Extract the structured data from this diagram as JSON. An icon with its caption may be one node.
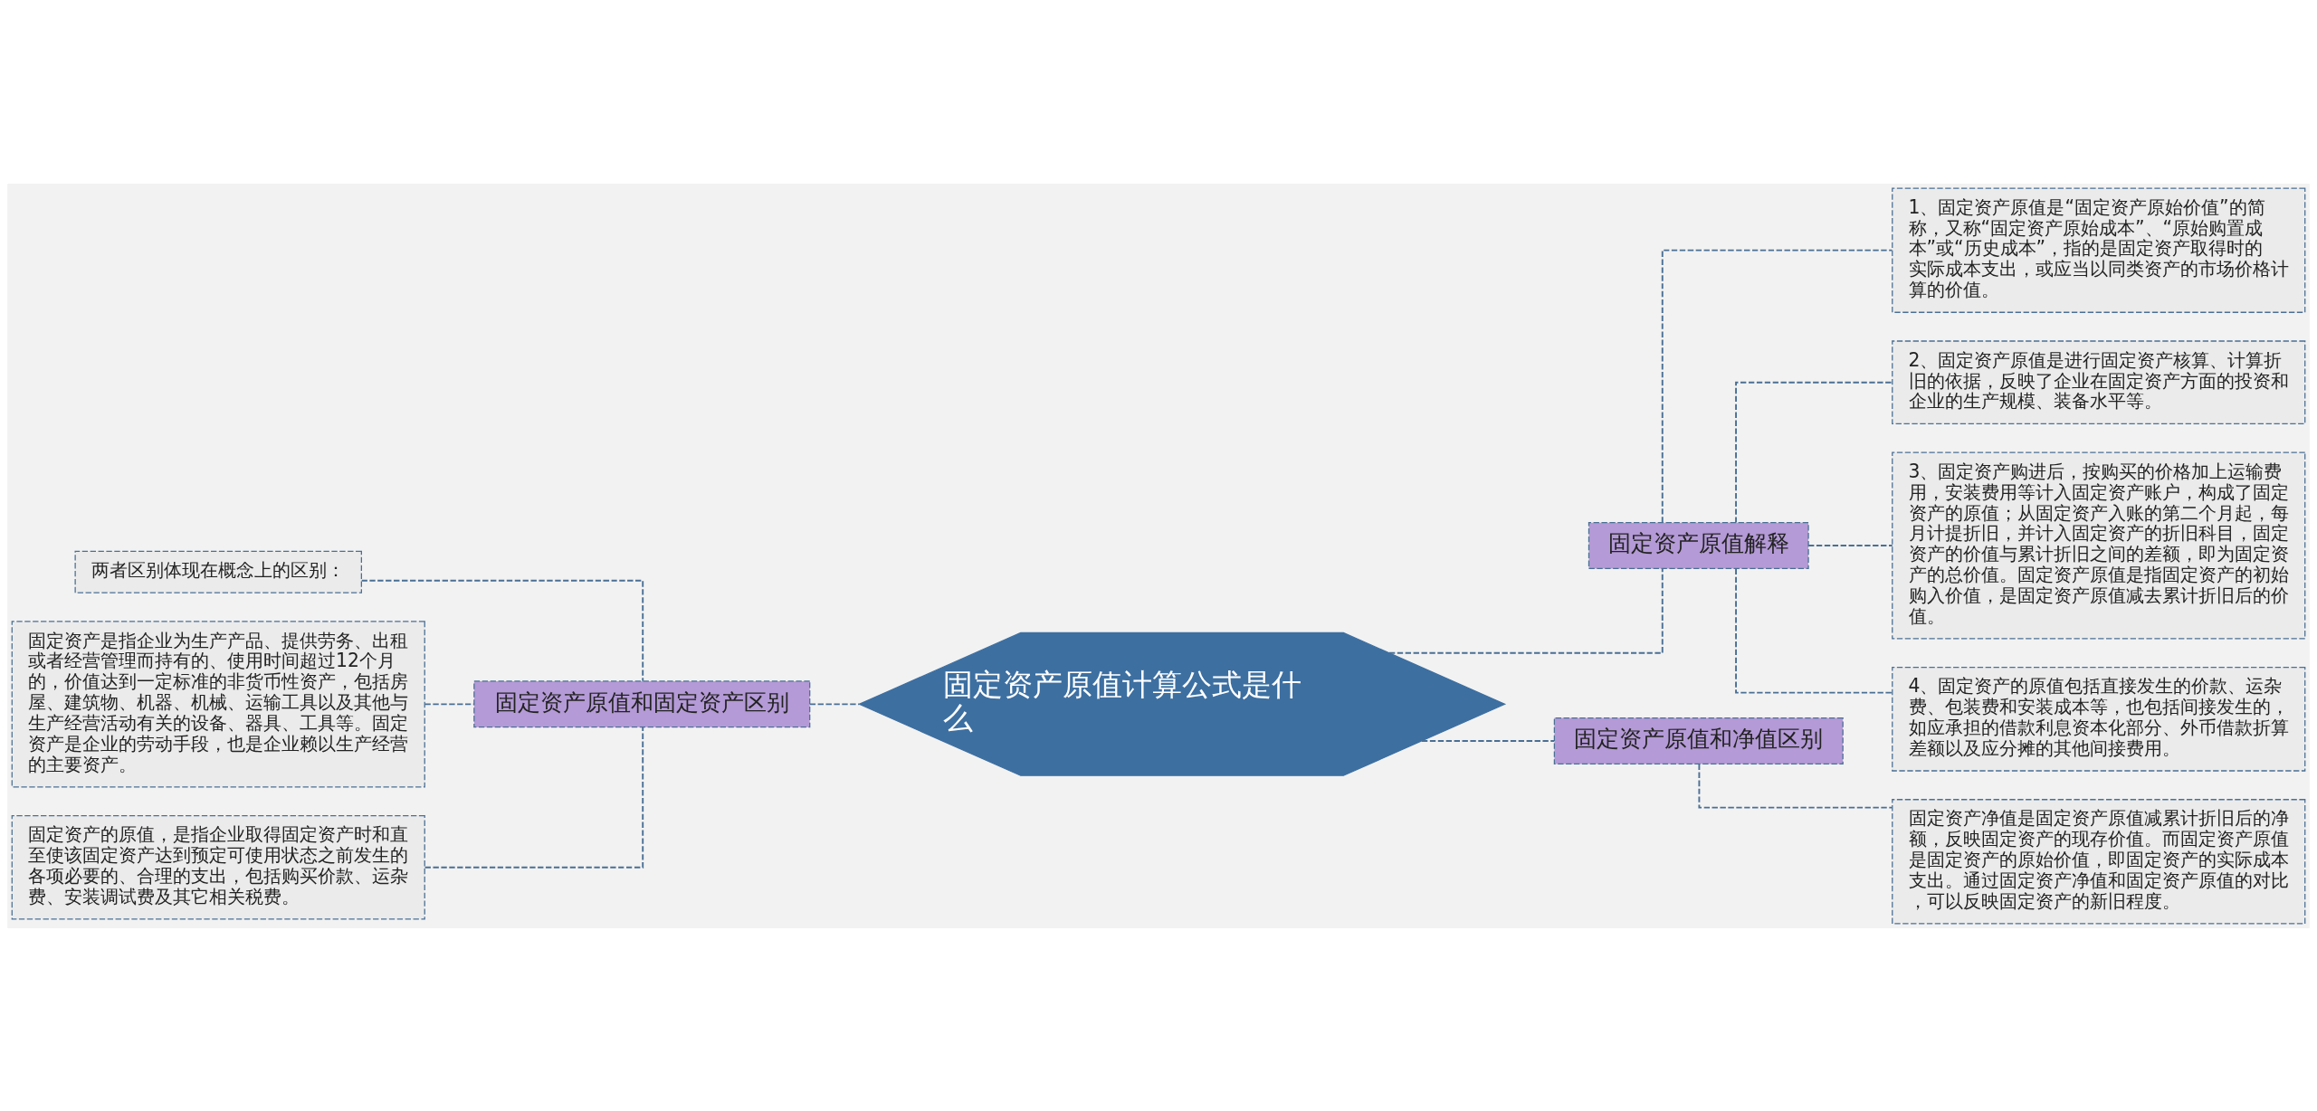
{
  "diagram": {
    "nodes": [
      {
        "text": [
          "固定资产原值计算公式是什么"
        ]
      },
      {
        "text": [
          "固定资产原值解释"
        ]
      },
      {
        "text": [
          "1、固定资产原值是“固定资产原始价值”的简称，又称“固定资产原始成本”、“原始购置成本”或“历史成本”，指的是固定资产取得时的实际成本支出，或应当以同类资产的市场价格计算的价值。"
        ]
      },
      {
        "text": [
          "2、固定资产原值是进行固定资产核算、计算折旧的依据，反映了企业在固定资产方面的投资和企业的生产规模、装备水平等。"
        ]
      },
      {
        "text": [
          "3、固定资产购进后，按购买的价格加上运输费用，安装费用等计入固定资产账户，构成了固定资产的原值；从固定资产入账的第二个月起，每月计提折旧，并计入固定资产的折旧科目，固定资产的价值与累计折旧之间的差额，即为固定资产的总价值。固定资产原值是指固定资产的初始购入价值，是固定资产原值减去累计折旧后的价值。"
        ]
      },
      {
        "text": [
          "4、固定资产的原值包括直接发生的价款、运杂费、包装费和安装成本等，也包括间接发生的，如应承担的借款利息资本化部分、外币借款折算差额以及应分摊的其他间接费用。"
        ]
      },
      {
        "text": [
          "固定资产原值和净值区别"
        ]
      },
      {
        "text": [
          "固定资产净值是固定资产原值减累计折旧后的净额，反映固定资产的现存价值。而固定资产原值是固定资产的原始价值，即固定资产的实际成本支出。通过固定资产净值和固定资产原值的对比，可以反映固定资产的新旧程度。"
        ]
      },
      {
        "text": [
          "固定资产原值和固定资产区别"
        ]
      },
      {
        "text": [
          "两者区别体现在概念上的区别："
        ]
      },
      {
        "text": [
          "固定资产是指企业为生产产品、提供劳务、出租或者经营管理而持有的、使用时间超过12个月的，价值达到一定标准的非货币性资产，包括房屋、建筑物、机器、机械、运输工具以及其他与生产经营活动有关的设备、器具、工具等。固定资产是企业的劳动手段，也是企业赖以生产经营的主要资产。"
        ]
      },
      {
        "text": [
          "固定资产的原值，是指企业取得固定资产时和直至使该固定资产达到预定可使用状态之前发生的各项必要的、合理的支出，包括购买价款、运杂费、安装调试费及其它相关税费。"
        ]
      }
    ],
    "edges": [
      {
        "from": 0,
        "to": 1,
        "arrow": "none",
        "style": "dashed"
      },
      {
        "from": 1,
        "to": 2,
        "arrow": "none",
        "style": "dashed"
      },
      {
        "from": 1,
        "to": 3,
        "arrow": "none",
        "style": "dashed"
      },
      {
        "from": 1,
        "to": 4,
        "arrow": "none",
        "style": "dashed"
      },
      {
        "from": 1,
        "to": 5,
        "arrow": "none",
        "style": "dashed"
      },
      {
        "from": 0,
        "to": 6,
        "arrow": "none",
        "style": "dashed"
      },
      {
        "from": 6,
        "to": 7,
        "arrow": "none",
        "style": "dashed"
      },
      {
        "from": 8,
        "to": 0,
        "arrow": "none",
        "style": "dashed"
      },
      {
        "from": 9,
        "to": 8,
        "arrow": "none",
        "style": "dashed"
      },
      {
        "from": 10,
        "to": 8,
        "arrow": "none",
        "style": "dashed"
      },
      {
        "from": 11,
        "to": 8,
        "arrow": "none",
        "style": "dashed"
      }
    ]
  }
}
